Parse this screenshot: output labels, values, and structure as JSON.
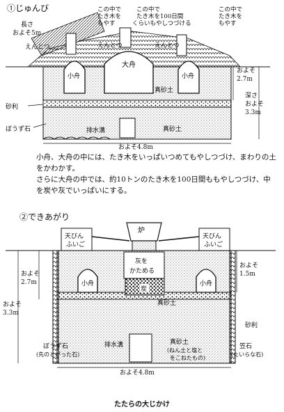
{
  "section1": {
    "heading": "①じゅんび",
    "labels": {
      "length1": "長さ",
      "length2": "およそ5m",
      "chimney1": "えんとつ",
      "chimney2": "えんとつ",
      "chimney3": "えんとつ",
      "note_left": [
        "この中で",
        "たき木を",
        "もやす"
      ],
      "note_mid": [
        "この中で",
        "たき木を100日間",
        "くらいもやしつづける"
      ],
      "note_right": [
        "この中で",
        "たき木を",
        "もやす"
      ],
      "kobune_left": "小舟",
      "obune": "大舟",
      "kobune_right": "小舟",
      "masado_upper": "真砂土",
      "masado_lower": "真砂土",
      "jari": "砂利",
      "bouzu": "ぼうず石",
      "drain": "排水溝",
      "depth_small1": "およそ",
      "depth_small2": "2.7m",
      "depth_big1": "深さ",
      "depth_big2": "およそ",
      "depth_big3": "3.3m",
      "width": "およそ4.8m"
    },
    "text": [
      "小舟、大舟の中には、たき木をいっぱいつめてもやしつづけ、まわりの土をかわかす。",
      "さらに大舟の中では、約10トンのたき木を100日間ももやしつづけ、中を炭や灰でいっぱいにする。"
    ]
  },
  "section2": {
    "heading": "②できあがり",
    "labels": {
      "ro": "炉",
      "tenbin_left1": "天びん",
      "tenbin_left2": "ふいご",
      "tenbin_right1": "天びん",
      "tenbin_right2": "ふいご",
      "hai1": "灰を",
      "hai2": "かためる",
      "sumi": "炭",
      "kobune_left": "小舟",
      "kobune_right": "小舟",
      "masado_upper": "真砂土",
      "masado_lower1": "真砂土",
      "masado_lower2": "(ねん土と塩と",
      "masado_lower3": "をこねたもの)",
      "jari": "砂利",
      "bouzu1": "ぼうず石",
      "bouzu2": "(先のとがった石)",
      "kasaishi1": "笠石",
      "kasaishi2": "(たいらな石)",
      "drain": "排水溝",
      "left_inner1": "およそ",
      "left_inner2": "2.7m",
      "left_outer1": "およそ",
      "left_outer2": "3.3m",
      "right1": "およそ",
      "right2": "1.5m",
      "width": "およそ4.8m"
    }
  },
  "caption": "たたらの大じかけ"
}
